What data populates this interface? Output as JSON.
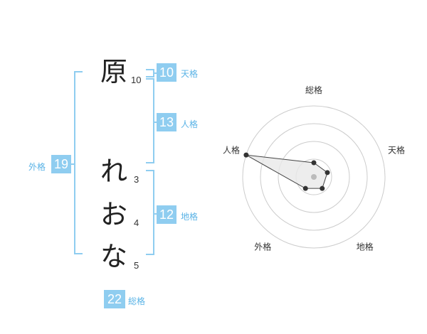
{
  "name": {
    "chars": [
      {
        "char": "原",
        "strokes": "10"
      },
      {
        "char": "れ",
        "strokes": "3"
      },
      {
        "char": "お",
        "strokes": "4"
      },
      {
        "char": "な",
        "strokes": "5"
      }
    ]
  },
  "kaku": {
    "tenkaku": {
      "value": "10",
      "label": "天格"
    },
    "jinkaku": {
      "value": "13",
      "label": "人格"
    },
    "chikaku": {
      "value": "12",
      "label": "地格"
    },
    "gaikaku": {
      "value": "19",
      "label": "外格"
    },
    "soukaku": {
      "value": "22",
      "label": "総格"
    }
  },
  "chart_data": {
    "type": "radar",
    "axes": [
      "総格",
      "天格",
      "地格",
      "外格",
      "人格"
    ],
    "values": [
      0.2,
      0.2,
      0.2,
      0.2,
      1.0
    ],
    "rings": 4,
    "colors": {
      "grid": "#cccccc",
      "fill": "#e8e8e8",
      "line": "#444444",
      "point": "#333333",
      "center": "#bbbbbb"
    }
  }
}
